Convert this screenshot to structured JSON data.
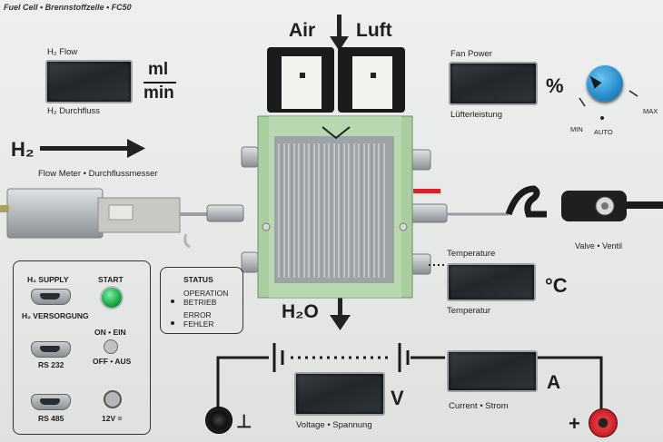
{
  "header": {
    "title": "Fuel Cell • Brennstoffzelle • FC50"
  },
  "h2_flow": {
    "label_top": "H₂ Flow",
    "label_bottom": "H₂ Durchfluss",
    "unit_top": "ml",
    "unit_bottom": "min"
  },
  "air_inlet": {
    "air_label": "Air",
    "luft_label": "Luft"
  },
  "fan": {
    "label_top": "Fan Power",
    "label_bottom": "Lüfterleistung",
    "unit": "%",
    "knob_min": "MIN",
    "knob_auto": "AUTO",
    "knob_max": "MAX"
  },
  "hydrogen": {
    "symbol": "H₂",
    "flow_meter_label": "Flow Meter • Durchflussmesser"
  },
  "valve": {
    "label": "Valve • Ventil"
  },
  "temperature": {
    "label_top": "Temperature",
    "label_bottom": "Temperatur",
    "unit": "°C"
  },
  "water": {
    "symbol": "H₂O"
  },
  "io_panel": {
    "supply_label": "H₂ SUPPLY",
    "versorgung_label": "H₂ VERSORGUNG",
    "start_label": "START",
    "on_label": "ON • EIN",
    "off_label": "OFF • AUS",
    "rs232_label": "RS 232",
    "rs485_label": "RS 485",
    "power_label": "12V ="
  },
  "status": {
    "title": "STATUS",
    "operation_en": "OPERATION",
    "operation_de": "BETRIEB",
    "error_en": "ERROR",
    "error_de": "FEHLER"
  },
  "voltage": {
    "label": "Voltage • Spannung",
    "unit": "V"
  },
  "current": {
    "label": "Current • Strom",
    "unit": "A"
  },
  "terminals": {
    "minus_symbol": "⊥",
    "plus_symbol": "+"
  },
  "colors": {
    "panel": "#e9ebeb",
    "lcd": "#2a2e31",
    "start_led": "#1faa4a",
    "knob": "#2a8fd0",
    "plus_terminal": "#c8202a",
    "minus_terminal": "#1a1a1a",
    "fuel_cell_frame": "#8fbf8a"
  }
}
